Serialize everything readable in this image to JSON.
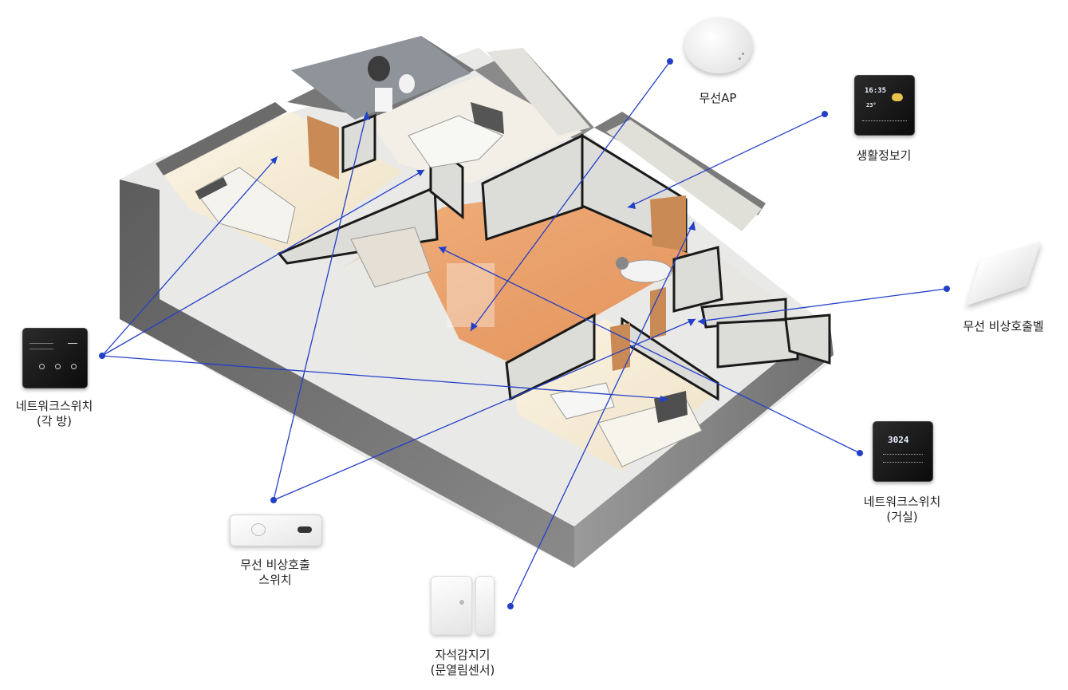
{
  "devices": [
    {
      "id": "wireless-ap",
      "lines": [
        "무선AP"
      ],
      "icon": "wireless-ap-device"
    },
    {
      "id": "info-display",
      "lines": [
        "생활정보기"
      ],
      "icon": "info-display-device",
      "screen_time": "16:35",
      "screen_temp": "23°"
    },
    {
      "id": "emergency-bell",
      "lines": [
        "무선 비상호출벨"
      ],
      "icon": "emergency-bell-device"
    },
    {
      "id": "network-switch-rooms",
      "lines": [
        "네트워크스위치",
        "(각 방)"
      ],
      "icon": "network-switch-device"
    },
    {
      "id": "network-switch-living",
      "lines": [
        "네트워크스위치",
        "(거실)"
      ],
      "icon": "network-switch-living-device",
      "screen_value": "3024"
    },
    {
      "id": "emergency-call-switch",
      "lines": [
        "무선 비상호출",
        "스위치"
      ],
      "icon": "emergency-call-switch-device"
    },
    {
      "id": "door-sensor",
      "lines": [
        "자석감지기",
        "(문열림센서)"
      ],
      "icon": "magnetic-door-sensor-device"
    }
  ],
  "colors": {
    "line": "#2340c8",
    "floor_wood": "#e8a06d",
    "wall_dark": "#6e6e6e",
    "wall_light": "#d9d9d6"
  }
}
